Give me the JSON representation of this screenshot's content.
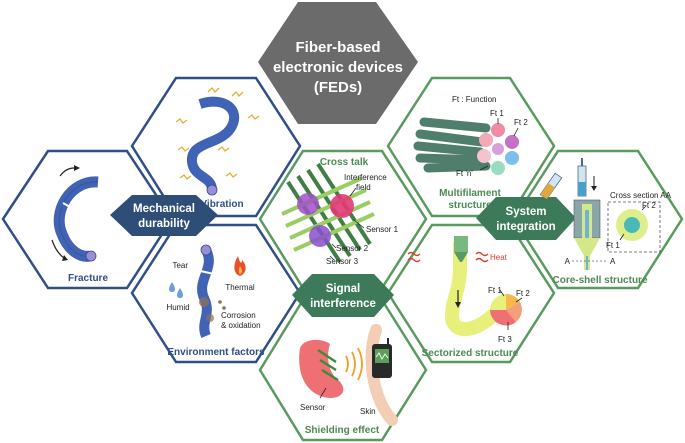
{
  "title": {
    "line1": "Fiber-based",
    "line2": "electronic devices",
    "line3": "(FEDs)"
  },
  "badges": {
    "mechanical": {
      "line1": "Mechanical",
      "line2": "durability"
    },
    "signal": {
      "line1": "Signal",
      "line2": "interference"
    },
    "system": {
      "line1": "System",
      "line2": "integration"
    }
  },
  "captions": {
    "fracture": "Fracture",
    "vibration": "Vibration",
    "environment": "Environment factors",
    "cross_talk": "Cross talk",
    "shielding": "Shielding effect",
    "multifilament_1": "Multifilament",
    "multifilament_2": "structure",
    "sectorized": "Sectorized structure",
    "core_shell": "Core-shell structure"
  },
  "labels": {
    "tear": "Tear",
    "thermal": "Thermal",
    "humid": "Humid",
    "corrosion_1": "Corrosion",
    "corrosion_2": "& oxidation",
    "interference_1": "Interference",
    "interference_2": "field",
    "sensor1": "Sensor 1",
    "sensor2": "Sensor 2",
    "sensor3": "Sensor 3",
    "sensor": "Sensor",
    "skin": "Skin",
    "ft_function": "Ft : Function",
    "ft1": "Ft 1",
    "ft2": "Ft 2",
    "ft3": "Ft 3",
    "ftn": "Ft 'n'",
    "heat": "Heat",
    "cross_section": "Cross section AA",
    "a_left": "A",
    "a_right": "A"
  },
  "colors": {
    "blue_border": "#2f4f87",
    "green_border": "#5a9a5e",
    "center_gray": "#6b6b6b",
    "mech_badge": "#2e4e78",
    "green_badge": "#3d7a5a"
  }
}
